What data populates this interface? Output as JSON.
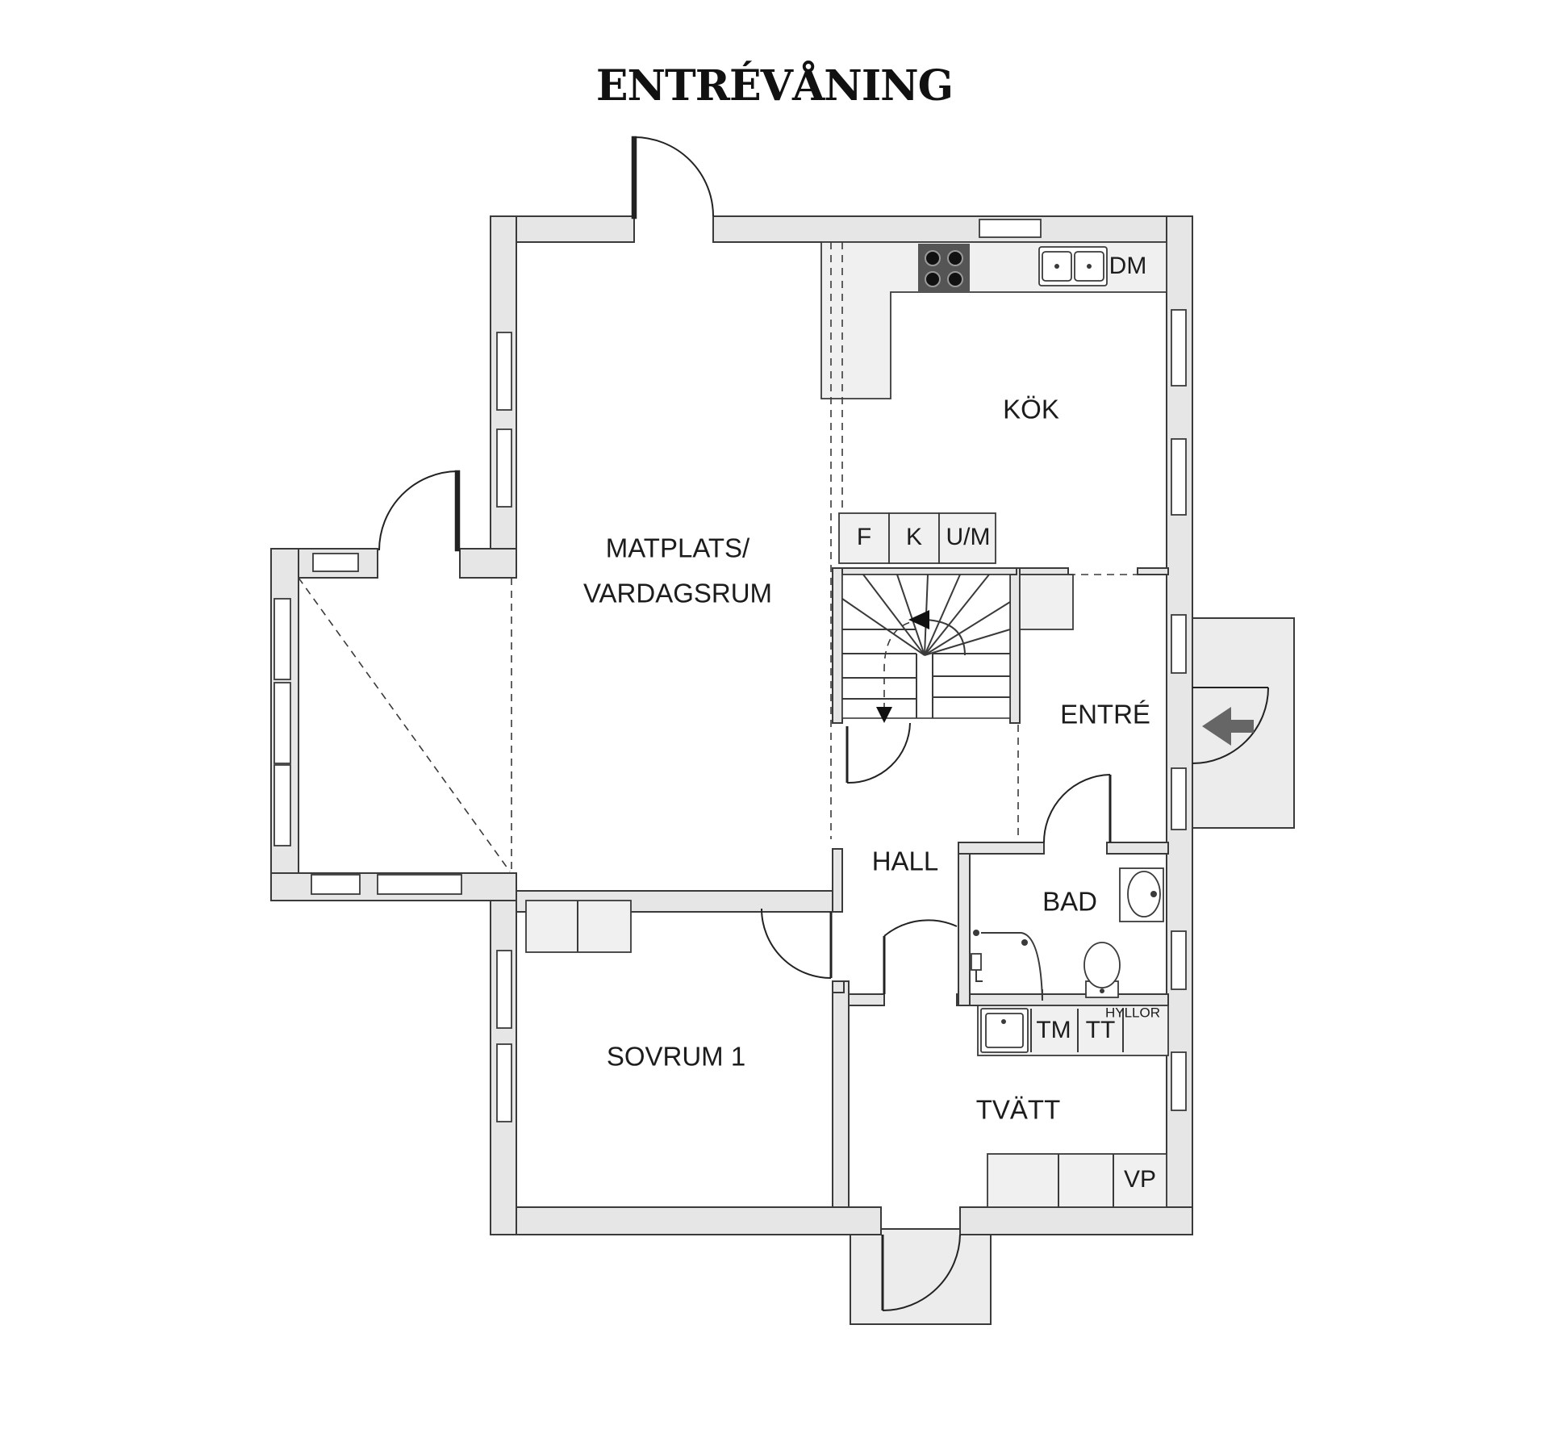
{
  "plan": {
    "title": "ENTRÉVÅNING",
    "rooms": {
      "kok": "KÖK",
      "matplats_line1": "MATPLATS/",
      "matplats_line2": "VARDAGSRUM",
      "entre": "ENTRÉ",
      "hall": "HALL",
      "bad": "BAD",
      "sovrum": "SOVRUM 1",
      "tvatt": "TVÄTT"
    },
    "fixtures": {
      "dm": "DM",
      "f": "F",
      "k": "K",
      "um": "U/M",
      "tm": "TM",
      "tt": "TT",
      "hyllor": "HYLLOR",
      "vp": "VP"
    },
    "colors": {
      "wall_fill": "#e6e6e6",
      "line": "#3a3a3a",
      "stove": "#555555",
      "entry_arrow": "#666666"
    }
  }
}
